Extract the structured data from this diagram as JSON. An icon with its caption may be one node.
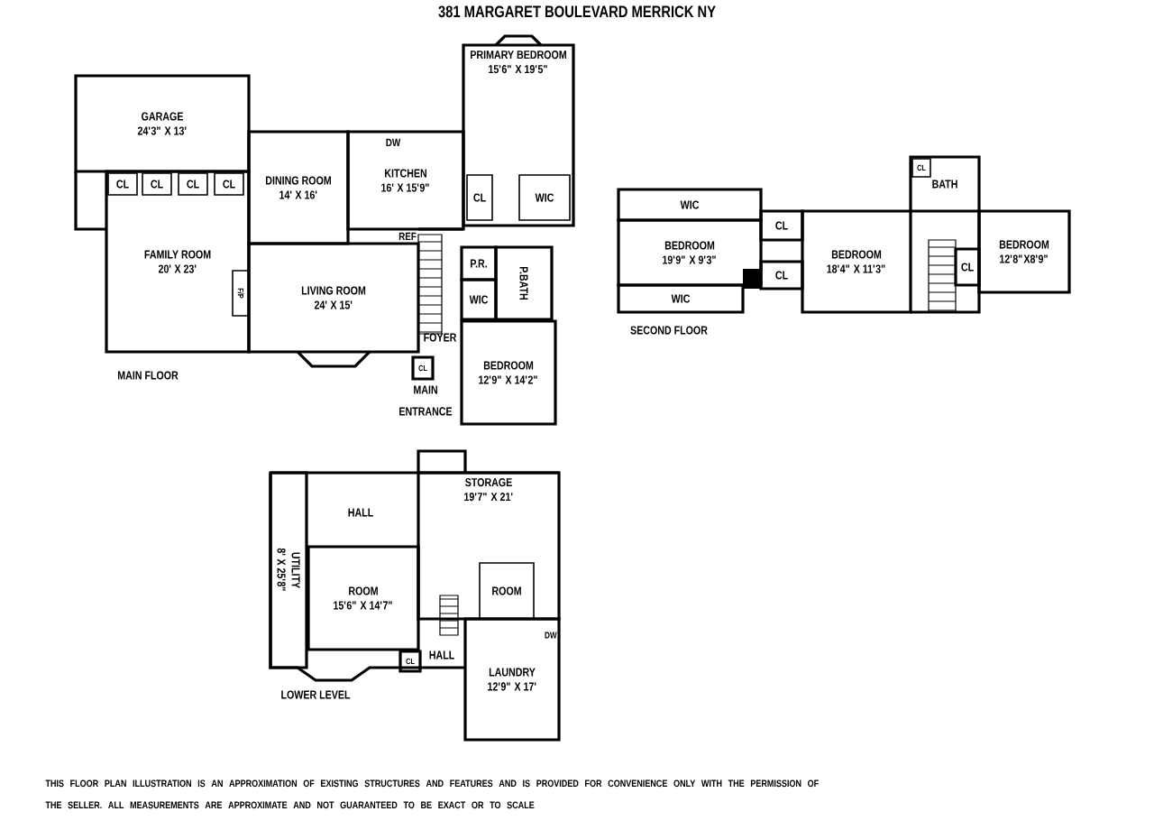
{
  "diagram": {
    "title": "381 MARGARET BOULEVARD MERRICK NY",
    "nodes": [
      {
        "text": [
          "GARAGE",
          "24'3\" X 13'"
        ]
      },
      {
        "text": [
          "FAMILY ROOM",
          "20' X 23'"
        ]
      },
      {
        "text": [
          "CL"
        ],
        "in": 1
      },
      {
        "text": [
          "CL"
        ],
        "in": 1
      },
      {
        "text": [
          "CL"
        ],
        "in": 1
      },
      {
        "text": [
          "CL"
        ],
        "in": 1
      },
      {
        "text": [
          "DINING ROOM",
          "14' X 16'"
        ]
      },
      {
        "text": [
          "KITCHEN",
          "16' X 15'9\""
        ]
      },
      {
        "text": [
          "F/P"
        ],
        "in": 1
      },
      {
        "text": [
          "LIVING ROOM",
          "24' X 15'"
        ]
      },
      {
        "text": [
          "PRIMARY BEDROOM",
          "15'6\" X 19'5\""
        ]
      },
      {
        "text": [
          "CL"
        ],
        "in": 10
      },
      {
        "text": [
          "WIC"
        ],
        "in": 10
      },
      {
        "text": [
          "P.R."
        ]
      },
      {
        "text": [
          "WIC"
        ]
      },
      {
        "text": [
          "P.BATH"
        ]
      },
      {
        "text": [
          "CL"
        ]
      },
      {
        "text": [
          "BEDROOM",
          "12'9\" X 14'2\""
        ]
      },
      {
        "text": [
          "WIC"
        ]
      },
      {
        "text": [
          "BEDROOM",
          "19'9\" X 9'3\""
        ]
      },
      {
        "text": [
          "WIC"
        ]
      },
      {
        "text": [
          "CL"
        ]
      },
      {
        "text": [
          "CL"
        ]
      },
      {
        "text": [
          "BEDROOM",
          "18'4\" X 11'3\""
        ]
      },
      {
        "text": [
          "BATH"
        ]
      },
      {
        "text": [
          "CL"
        ],
        "in": 24
      },
      {
        "text": [
          "CL"
        ]
      },
      {
        "text": [
          "BEDROOM",
          "12'8\"X8'9\""
        ]
      },
      {
        "text": [
          "UTILITY",
          "8' X 25'8\""
        ]
      },
      {
        "text": [
          "ROOM",
          "15'6\" X 14'7\""
        ]
      },
      {
        "text": [
          "STORAGE",
          "19'7\" X 21'"
        ]
      },
      {
        "text": [
          "ROOM"
        ],
        "in": 30
      },
      {
        "text": [
          "LAUNDRY",
          "12'9\" X 17'"
        ]
      },
      {
        "text": [
          "CL"
        ]
      }
    ],
    "labels": [
      "MAIN FLOOR",
      "DW",
      "REF",
      "FOYER",
      "MAIN ENTRANCE",
      "SECOND FLOOR",
      "HALL",
      "HALL",
      "DW",
      "LOWER LEVEL",
      "THIS FLOOR PLAN ILLUSTRATION IS AN APPROXIMATION OF EXISTING STRUCTURES AND FEATURES AND IS PROVIDED FOR CONVENIENCE ONLY WITH THE PERMISSION OF THE SELLER. ALL MEASUREMENTS ARE APPROXIMATE AND NOT GUARANTEED TO BE EXACT OR TO SCALE"
    ]
  }
}
